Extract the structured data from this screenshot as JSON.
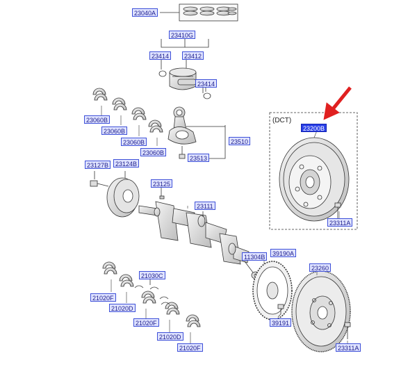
{
  "diagram": {
    "dct_label": "(DCT)",
    "selected_part": "23200B",
    "accent_color": "#e02020",
    "label_colors": {
      "fill": "#dfe3ff",
      "border": "#3d4fd8",
      "text": "#1a1a8c",
      "selected_fill": "#2a40e8"
    }
  },
  "labels": [
    {
      "id": "23040A"
    },
    {
      "id": "23410G"
    },
    {
      "id": "23414a",
      "text": "23414"
    },
    {
      "id": "23412"
    },
    {
      "id": "23414b",
      "text": "23414"
    },
    {
      "id": "23060Ba",
      "text": "23060B"
    },
    {
      "id": "23060Bb",
      "text": "23060B"
    },
    {
      "id": "23060Bc",
      "text": "23060B"
    },
    {
      "id": "23060Bd",
      "text": "23060B"
    },
    {
      "id": "23510"
    },
    {
      "id": "23513"
    },
    {
      "id": "23200B"
    },
    {
      "id": "23311Aa",
      "text": "23311A"
    },
    {
      "id": "23127B"
    },
    {
      "id": "23124B"
    },
    {
      "id": "23125"
    },
    {
      "id": "23111"
    },
    {
      "id": "11304B"
    },
    {
      "id": "39190A"
    },
    {
      "id": "39191"
    },
    {
      "id": "23260"
    },
    {
      "id": "23311Ab",
      "text": "23311A"
    },
    {
      "id": "21030C"
    },
    {
      "id": "21020Fa",
      "text": "21020F"
    },
    {
      "id": "21020Da",
      "text": "21020D"
    },
    {
      "id": "21020Fb",
      "text": "21020F"
    },
    {
      "id": "21020Db",
      "text": "21020D"
    },
    {
      "id": "21020Fc",
      "text": "21020F"
    }
  ]
}
